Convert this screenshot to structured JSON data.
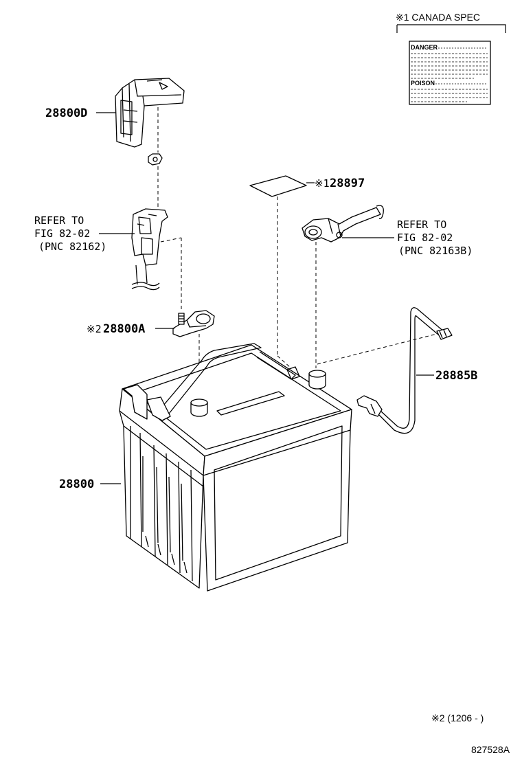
{
  "labels": {
    "canada_spec": "※1 CANADA SPEC",
    "danger": "DANGER",
    "poison": "POISON",
    "p28800D": "28800D",
    "p28897_mark": "※1",
    "p28897": "28897",
    "p28800A_mark": "※2",
    "p28800A": "28800A",
    "p28885B": "28885B",
    "p28800": "28800",
    "refer_left_1": "REFER TO",
    "refer_left_2": "FIG 82-02",
    "refer_left_3": "(PNC 82162)",
    "refer_right_1": "REFER TO",
    "refer_right_2": "FIG 82-02",
    "refer_right_3": "(PNC 82163B)",
    "note2": "※2 (1206 -     )",
    "drawing_id": "827528A"
  }
}
